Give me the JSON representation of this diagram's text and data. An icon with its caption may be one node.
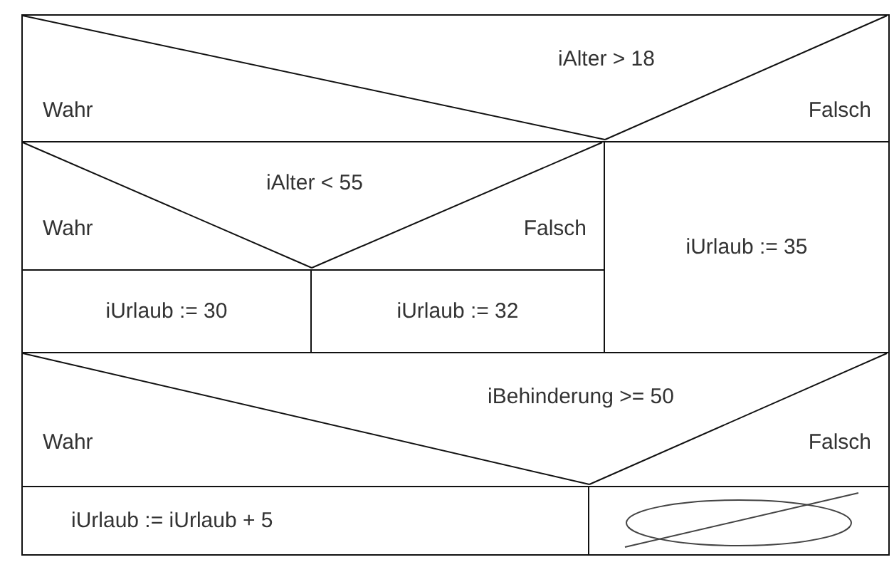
{
  "diagram": {
    "nodes": [
      {
        "text": [
          "iAlter > 18",
          "Wahr",
          "Falsch"
        ]
      },
      {
        "text": [
          "iAlter < 55",
          "Wahr",
          "Falsch"
        ]
      },
      {
        "text": [
          "iUrlaub := 30"
        ]
      },
      {
        "text": [
          "iUrlaub := 32"
        ]
      },
      {
        "text": [
          "iUrlaub := 35"
        ]
      },
      {
        "text": [
          "iBehinderung >= 50",
          "Wahr",
          "Falsch"
        ]
      },
      {
        "text": [
          "iUrlaub := iUrlaub + 5"
        ]
      },
      {
        "text": [],
        "shape": "box"
      }
    ]
  }
}
